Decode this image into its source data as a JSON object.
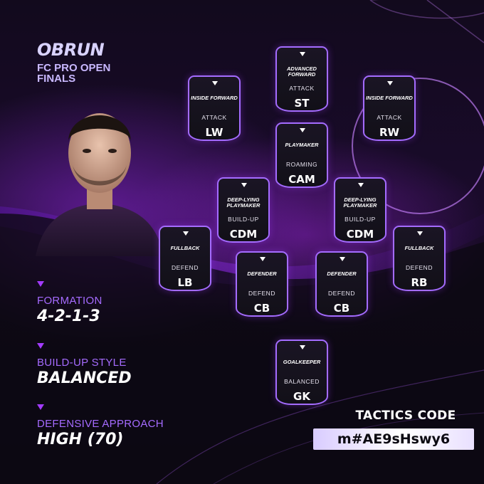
{
  "header": {
    "player_name": "OBRUN",
    "event_title": "FC PRO OPEN FINALS"
  },
  "info": {
    "formation_label": "FORMATION",
    "formation_value": "4-2-1-3",
    "buildup_label": "BUILD-UP STYLE",
    "buildup_value": "BALANCED",
    "defensive_label": "DEFENSIVE APPROACH",
    "defensive_value": "HIGH (70)"
  },
  "positions": {
    "st": {
      "role": "ADVANCED FORWARD",
      "duty": "ATTACK",
      "pos": "ST"
    },
    "lw": {
      "role": "INSIDE FORWARD",
      "duty": "ATTACK",
      "pos": "LW"
    },
    "rw": {
      "role": "INSIDE FORWARD",
      "duty": "ATTACK",
      "pos": "RW"
    },
    "cam": {
      "role": "PLAYMAKER",
      "duty": "ROAMING",
      "pos": "CAM"
    },
    "cdm_l": {
      "role": "DEEP-LYING PLAYMAKER",
      "duty": "BUILD-UP",
      "pos": "CDM"
    },
    "cdm_r": {
      "role": "DEEP-LYING PLAYMAKER",
      "duty": "BUILD-UP",
      "pos": "CDM"
    },
    "lb": {
      "role": "FULLBACK",
      "duty": "DEFEND",
      "pos": "LB"
    },
    "rb": {
      "role": "FULLBACK",
      "duty": "DEFEND",
      "pos": "RB"
    },
    "cb_l": {
      "role": "DEFENDER",
      "duty": "DEFEND",
      "pos": "CB"
    },
    "cb_r": {
      "role": "DEFENDER",
      "duty": "DEFEND",
      "pos": "CB"
    },
    "gk": {
      "role": "GOALKEEPER",
      "duty": "BALANCED",
      "pos": "GK"
    }
  },
  "tactics": {
    "label": "TACTICS CODE",
    "code": "m#AE9sHswy6"
  },
  "colors": {
    "accent": "#a33bff",
    "card_border": "#a46cff",
    "label_purple": "#a56bff"
  }
}
